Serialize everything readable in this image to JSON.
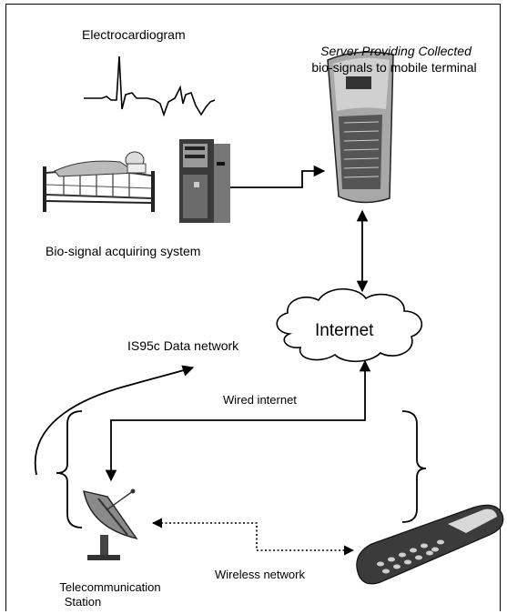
{
  "labels": {
    "ecg": "Electrocardiogram",
    "server_line1": "Server Providing Collected",
    "server_line2": "bio-signals to mobile terminal",
    "bio_system": "Bio-signal acquiring system",
    "internet": "Internet",
    "is95c": "IS95c Data network",
    "wired": "Wired internet",
    "wireless": "Wireless network",
    "station_line1": "Telecommunication",
    "station_line2": "Station"
  },
  "colors": {
    "line": "#000000",
    "device_gray": "#9a9a9a",
    "device_dark": "#3a3a3a",
    "panel_light": "#d8d8d8"
  },
  "icons": [
    "ecg-waveform-icon",
    "hospital-bed-icon",
    "patient-icon",
    "desktop-tower-icon",
    "server-icon",
    "cloud-icon",
    "satellite-dish-icon",
    "mobile-phone-icon"
  ]
}
